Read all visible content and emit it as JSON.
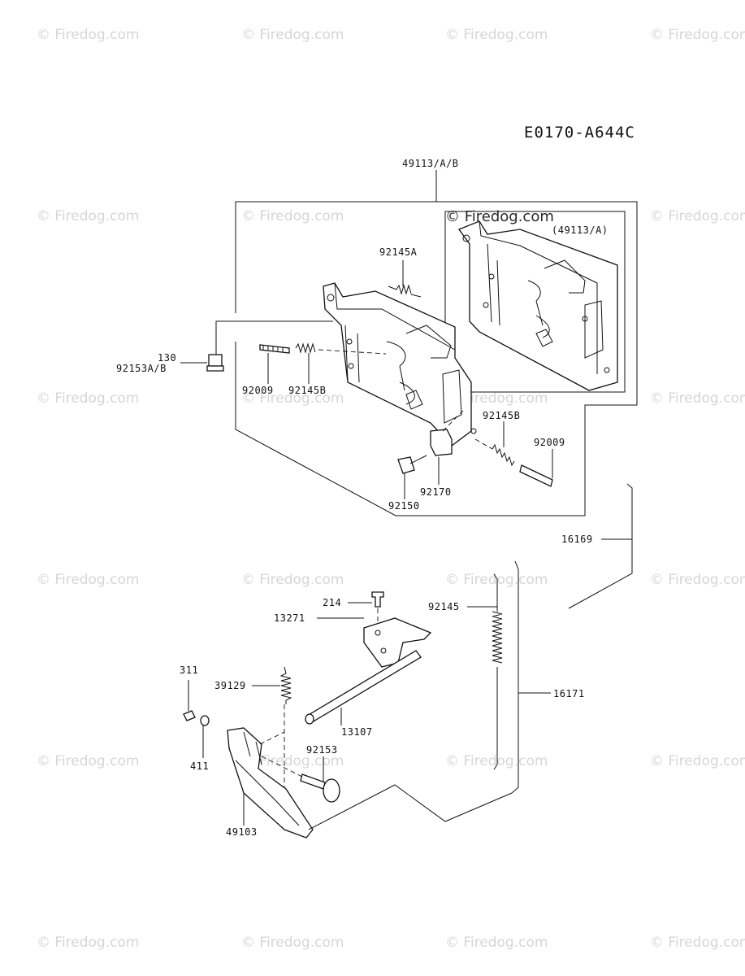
{
  "diagram": {
    "code": "E0170-A644C",
    "watermark": "© Firedog.com",
    "inset_watermark": "© Firedog.com",
    "part_labels": {
      "p49113AB": "49113/A/B",
      "p49113A": "(49113/A)",
      "p92145A": "92145A",
      "p130": "130",
      "p92153AB": "92153A/B",
      "p92009_left": "92009",
      "p92145B_left": "92145B",
      "p92145B_right": "92145B",
      "p92009_right": "92009",
      "p92170": "92170",
      "p92150": "92150",
      "p16169": "16169",
      "p214": "214",
      "p92145": "92145",
      "p13271": "13271",
      "p311": "311",
      "p39129": "39129",
      "p16171": "16171",
      "p13107": "13107",
      "p92153": "92153",
      "p411": "411",
      "p49103": "49103"
    }
  }
}
